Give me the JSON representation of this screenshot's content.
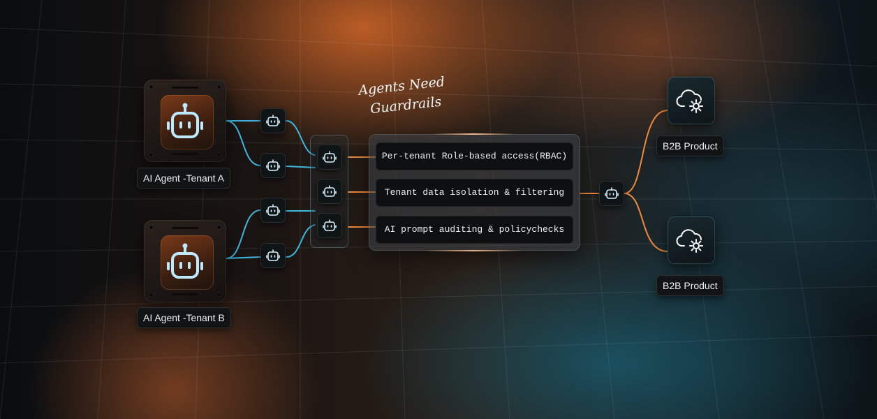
{
  "diagram": {
    "title_line1": "Agents Need",
    "title_line2": "Guardrails",
    "agents": [
      {
        "label": "AI Agent -Tenant A",
        "icon": "robot-icon"
      },
      {
        "label": "AI Agent -Tenant B",
        "icon": "robot-icon"
      }
    ],
    "guardrails": [
      "Per-tenant Role-based access(RBAC)",
      "Tenant data isolation & filtering",
      "AI prompt auditing & policychecks"
    ],
    "products": [
      {
        "label": "B2B Product",
        "icon": "cloud-gear-icon"
      },
      {
        "label": "B2B Product",
        "icon": "cloud-gear-icon"
      }
    ],
    "colors": {
      "agent_wire": "#3fb8e0",
      "product_wire": "#f08a3c",
      "robot_glow": "#bfe9ff"
    }
  }
}
